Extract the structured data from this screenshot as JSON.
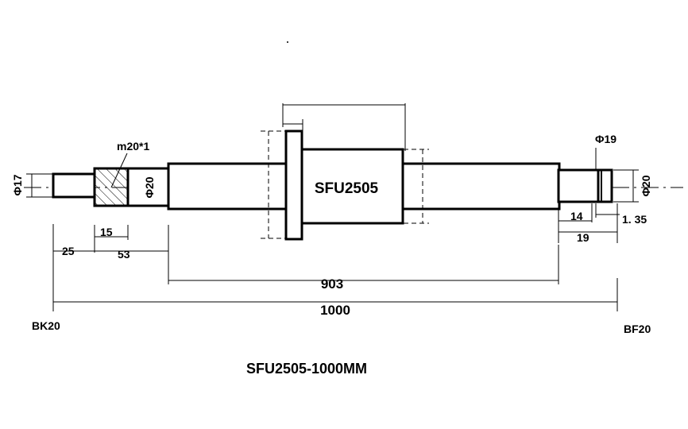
{
  "drawing": {
    "nut_label": "SFU2505",
    "title": "SFU2505-1000MM",
    "left_support": "BK20",
    "right_support": "BF20",
    "thread_label": "m20*1",
    "dia_17": "Φ17",
    "dia_20_left": "Φ20",
    "dia_19": "Φ19",
    "dia_20_right": "Φ20",
    "dim_15": "15",
    "dim_25": "25",
    "dim_53": "53",
    "dim_903": "903",
    "dim_1000": "1000",
    "dim_14": "14",
    "dim_19": "19",
    "dim_1_35": "1. 35"
  }
}
